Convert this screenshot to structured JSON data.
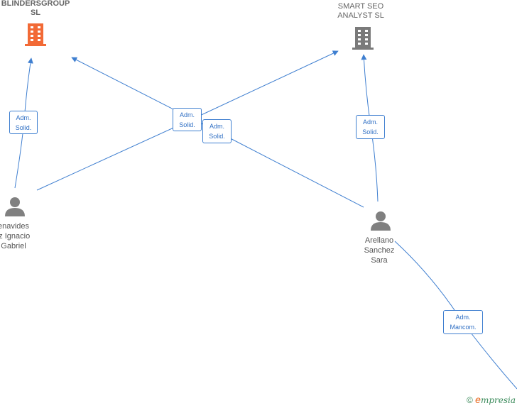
{
  "companies": {
    "blinders": {
      "name_line1": "BLINDERSGROUP",
      "name_line2": "SL",
      "color": "#f26a36"
    },
    "smartseo": {
      "name_line1": "SMART SEO",
      "name_line2": "ANALYST  SL",
      "color": "#7a7a7a"
    }
  },
  "persons": {
    "benavides": {
      "line1": "enavides",
      "line2": "iz Ignacio",
      "line3": "Gabriel"
    },
    "arellano": {
      "line1": "Arellano",
      "line2": "Sanchez",
      "line3": "Sara"
    }
  },
  "edges": {
    "e1": {
      "line1": "Adm.",
      "line2": "Solid."
    },
    "e2": {
      "line1": "Adm.",
      "line2": "Solid."
    },
    "e3": {
      "line1": "Adm.",
      "line2": "Solid."
    },
    "e4": {
      "line1": "Adm.",
      "line2": "Solid."
    },
    "e5": {
      "line1": "Adm.",
      "line2": "Mancom."
    }
  },
  "footer": {
    "copyright": "©",
    "brand_e": "e",
    "brand_rest": "mpresia"
  },
  "colors": {
    "edge": "#3f7fd0",
    "person": "#808080"
  }
}
